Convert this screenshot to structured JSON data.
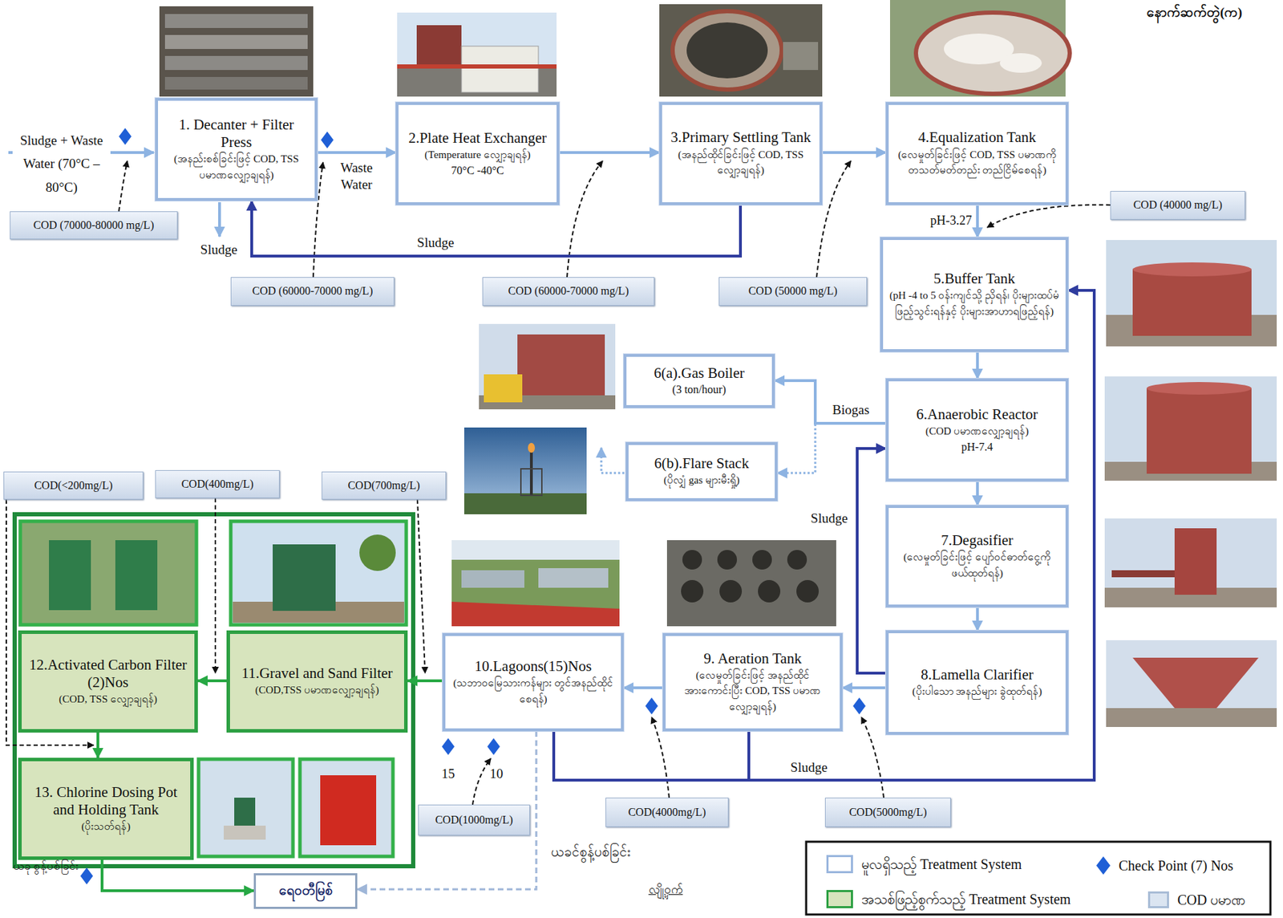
{
  "diagram": {
    "nodes": [
      {
        "text": [
          "1. Decanter + Filter Press",
          "(အနည်းစစ်ခြင်းဖြင့် COD, TSS ပမာဏလျှော့ချရန်)"
        ]
      },
      {
        "text": [
          "2.Plate Heat Exchanger",
          "(Temperature လျှော့ချရန်)",
          "70°C -40°C"
        ]
      },
      {
        "text": [
          "3.Primary Settling Tank",
          "(အနည်ထိုင်ခြင်းဖြင့် COD, TSS လျှော့ချရန်)"
        ]
      },
      {
        "text": [
          "4.Equalization Tank",
          "(လေမှုတ်ခြင်းဖြင့် COD, TSS ပမာဏကို တသတ်မတ်တည်း တည်ငြိမ်စေရန်)"
        ]
      },
      {
        "text": [
          "5.Buffer Tank",
          "(pH -4 to 5 ဝန်းကျင်သို့ ညှိရန်၊ ပိုးများထပ်မံဖြည့်သွင်းရန်နှင့် ပိုးများအာဟာရဖြည့်ရန်)"
        ]
      },
      {
        "text": [
          "6(a).Gas Boiler",
          "(3 ton/hour)"
        ]
      },
      {
        "text": [
          "6.Anaerobic Reactor",
          "(COD ပမာဏလျှော့ချရန်)",
          "pH-7.4"
        ]
      },
      {
        "text": [
          "6(b).Flare Stack",
          "(ပိုလျှံ gas များမီးရှို့)"
        ]
      },
      {
        "text": [
          "7.Degasifier",
          "(လေမှုတ်ခြင်းဖြင့် ပျော်ဝင်ဓာတ်ငွေ့ကို ဖယ်ထုတ်ရန်)"
        ]
      },
      {
        "text": [
          "8.Lamella Clarifier",
          "(ပိုးပါသော အနည်များ ခွဲထုတ်ရန်)"
        ]
      },
      {
        "text": [
          "9. Aeration Tank",
          "(လေမှုတ်ခြင်းဖြင့် အနည်ထိုင် အားကောင်းပြီး COD, TSS ပမာဏလျှော့ချရန်)"
        ]
      },
      {
        "text": [
          "10.Lagoons(15)Nos",
          "(သဘာဝမြေသားကန်များ တွင်အနည်ထိုင်စေရန်)"
        ]
      },
      {
        "text": [
          "11.Gravel and Sand Filter",
          "(COD,TSS ပမာဏလျှော့ချရန်)"
        ]
      },
      {
        "text": [
          "12.Activated Carbon Filter (2)Nos",
          "(COD, TSS လျှော့ချရန်)"
        ]
      },
      {
        "text": [
          "13. Chlorine Dosing Pot and Holding Tank",
          "(ပိုးသတ်ရန်)"
        ]
      },
      {
        "text": [
          "ရေဝတီမြစ်"
        ]
      },
      {
        "text": [
          "COD (70000-80000 mg/L)"
        ]
      },
      {
        "text": [
          "COD (60000-70000 mg/L)"
        ]
      },
      {
        "text": [
          "COD (60000-70000 mg/L)"
        ]
      },
      {
        "text": [
          "COD (50000 mg/L)"
        ]
      },
      {
        "text": [
          "COD (40000 mg/L)"
        ]
      },
      {
        "text": [
          "COD(<200mg/L)"
        ]
      },
      {
        "text": [
          "COD(400mg/L)"
        ]
      },
      {
        "text": [
          "COD(700mg/L)"
        ]
      },
      {
        "text": [
          "COD(1000mg/L)"
        ]
      },
      {
        "text": [
          "COD(4000mg/L)"
        ]
      },
      {
        "text": [
          "COD(5000mg/L)"
        ]
      }
    ],
    "edges": [
      {
        "from": 0,
        "to": 1,
        "arrow": "to",
        "label": "Waste Water"
      },
      {
        "from": 1,
        "to": 2,
        "arrow": "to"
      },
      {
        "from": 2,
        "to": 3,
        "arrow": "to"
      },
      {
        "from": 3,
        "to": 4,
        "arrow": "to"
      },
      {
        "from": 4,
        "to": 6,
        "arrow": "to"
      },
      {
        "from": 6,
        "to": 5,
        "arrow": "to",
        "label": "Biogas"
      },
      {
        "from": 6,
        "to": 7,
        "arrow": "to"
      },
      {
        "from": 6,
        "to": 8,
        "arrow": "to"
      },
      {
        "from": 8,
        "to": 9,
        "arrow": "to"
      },
      {
        "from": 9,
        "to": 10,
        "arrow": "to"
      },
      {
        "from": 10,
        "to": 11,
        "arrow": "to"
      },
      {
        "from": 11,
        "to": 12,
        "arrow": "to"
      },
      {
        "from": 12,
        "to": 13,
        "arrow": "to"
      },
      {
        "from": 13,
        "to": 14,
        "arrow": "to"
      },
      {
        "from": 14,
        "to": 15,
        "arrow": "to"
      },
      {
        "from": 11,
        "to": 15,
        "arrow": "to",
        "label": "ယခင်စွန့်ပစ်ခြင်း"
      },
      {
        "from": 2,
        "to": 0,
        "arrow": "to",
        "label": "Sludge"
      },
      {
        "from": 9,
        "to": 6,
        "arrow": "to",
        "label": "Sludge"
      },
      {
        "from": 11,
        "to": 4,
        "arrow": "to",
        "label": "Sludge"
      },
      {
        "from": 10,
        "to": 4,
        "arrow": "to"
      }
    ],
    "labels": [
      "နောက်ဆက်တွဲ(က)",
      "Sludge + Waste Water (70°C – 80°C)",
      "Sludge",
      "pH-3.27",
      "15",
      "10",
      "ယခု စွန့်ပစ်ခြင်း",
      "လျို့ဝှက်"
    ],
    "legend": [
      {
        "text": "မူလရှိသည့် Treatment System",
        "color": "#ffffff"
      },
      {
        "text": "Check Point (7) Nos"
      },
      {
        "text": "အသစ်ဖြည့်စွက်သည့် Treatment System",
        "color": "#d7e4bd"
      },
      {
        "text": "COD ပမာဏ",
        "color": "#dbe5f1"
      }
    ]
  }
}
